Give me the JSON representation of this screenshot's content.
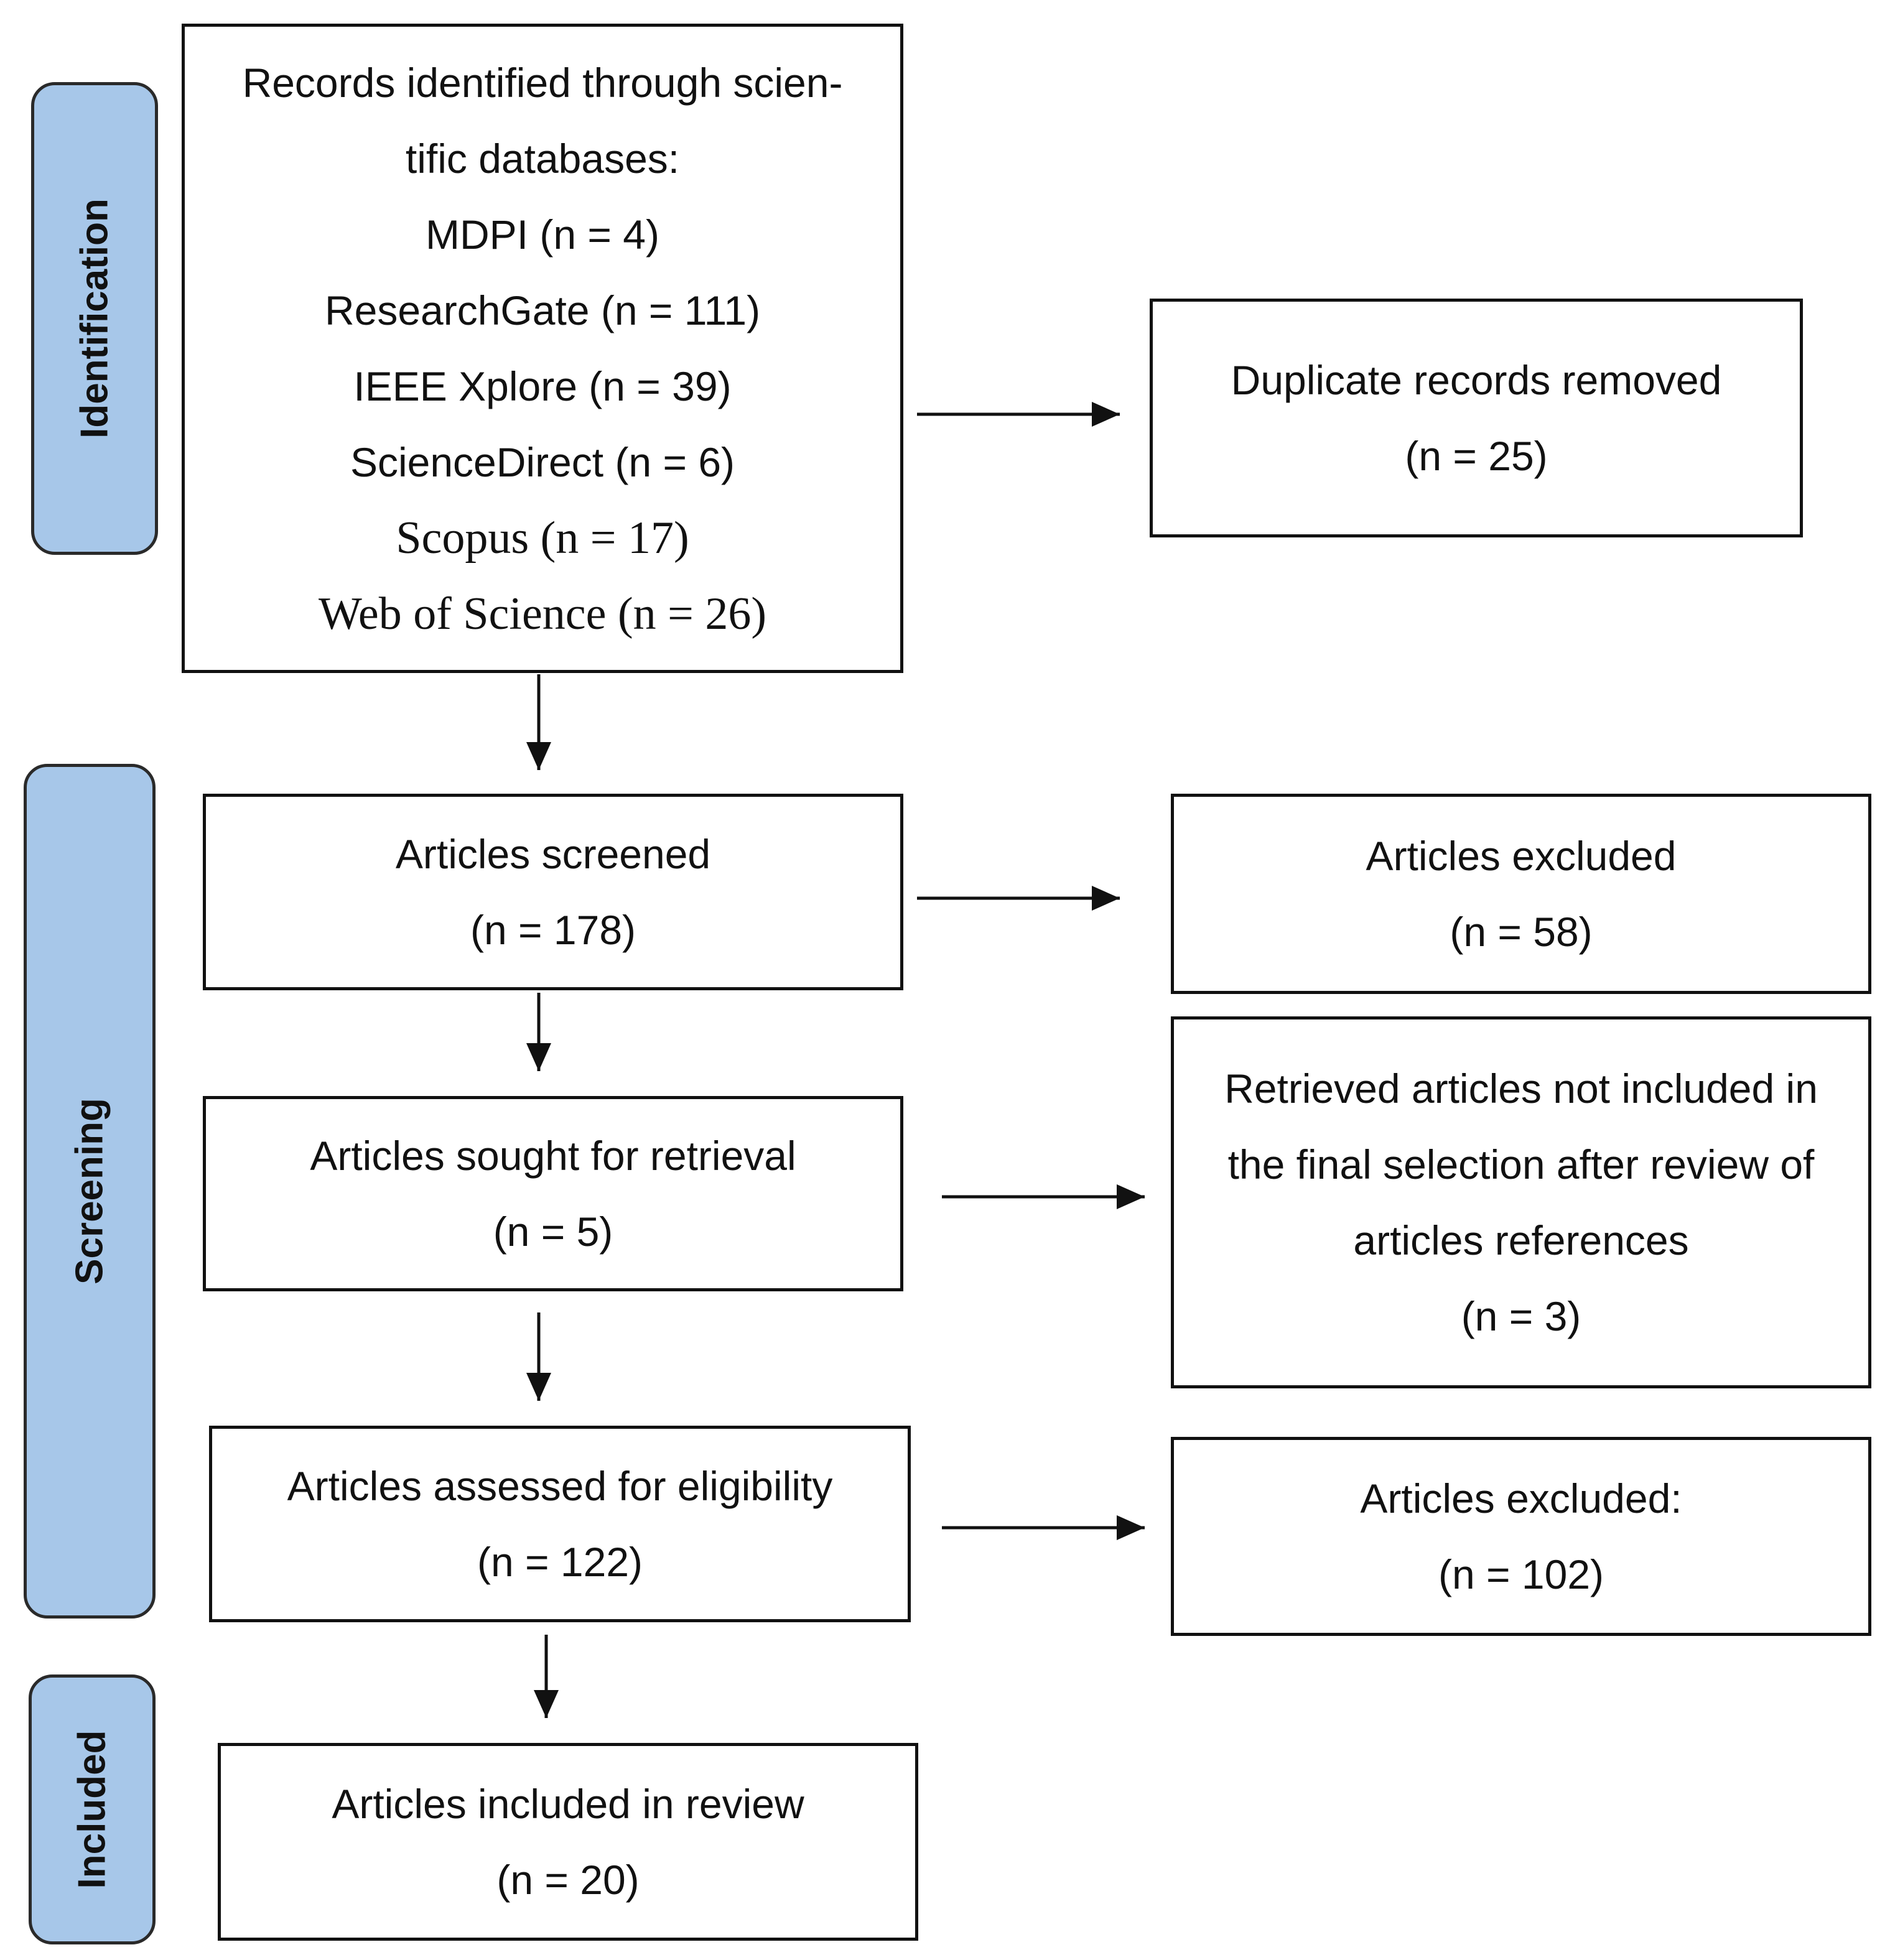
{
  "phases": {
    "identification": "Identification",
    "screening": "Screening",
    "included": "Included"
  },
  "boxes": {
    "records_identified": {
      "lines": [
        "Records identified through scien-",
        "tific databases:",
        "MDPI (n = 4)",
        "ResearchGate (n = 111)",
        "IEEE Xplore (n = 39)",
        "ScienceDirect (n = 6)",
        "Scopus (n = 17)",
        "Web of Science (n = 26)"
      ]
    },
    "duplicates_removed": {
      "title": "Duplicate records removed",
      "count": "(n = 25)"
    },
    "screened": {
      "title": "Articles screened",
      "count": "(n = 178)"
    },
    "excluded_screening": {
      "title": "Articles excluded",
      "count": "(n = 58)"
    },
    "sought_retrieval": {
      "title": "Articles sought for retrieval",
      "count": "(n = 5)"
    },
    "not_included": {
      "lines": [
        "Retrieved articles not included in",
        "the final selection after review of",
        "articles references"
      ],
      "count": "(n = 3)"
    },
    "assessed": {
      "title": "Articles assessed for eligibility",
      "count": "(n = 122)"
    },
    "excluded_eligibility": {
      "title": "Articles excluded:",
      "count": "(n = 102)"
    },
    "included_review": {
      "title": "Articles included in review",
      "count": "(n = 20)"
    }
  }
}
